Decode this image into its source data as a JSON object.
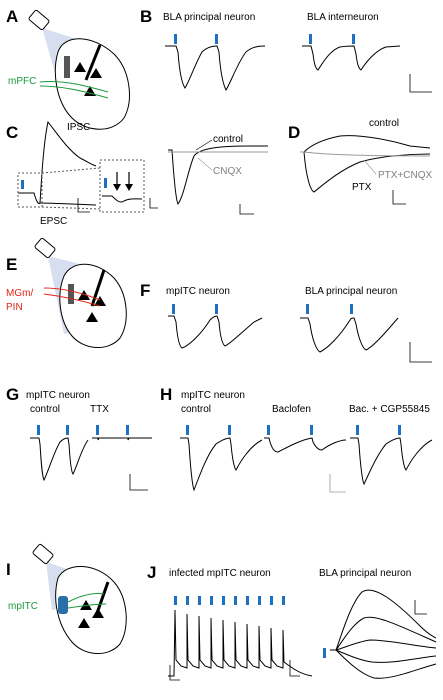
{
  "panels": {
    "A": {
      "letter": "A",
      "region": "mPFC"
    },
    "B": {
      "letter": "B",
      "title_left": "BLA principal neuron",
      "title_right": "BLA interneuron"
    },
    "C": {
      "letter": "C",
      "ipsc": "IPSC",
      "epsc": "EPSC",
      "control": "control",
      "cnqx": "CNQX"
    },
    "D": {
      "letter": "D",
      "control": "control",
      "ptx_cnqx": "PTX+CNQX",
      "ptx": "PTX"
    },
    "E": {
      "letter": "E",
      "region_line1": "MGm/",
      "region_line2": "PIN"
    },
    "F": {
      "letter": "F",
      "title_left": "mpITC neuron",
      "title_right": "BLA principal neuron"
    },
    "G": {
      "letter": "G",
      "title": "mpITC neuron",
      "control": "control",
      "ttx": "TTX"
    },
    "H": {
      "letter": "H",
      "title": "mpITC neuron",
      "control": "control",
      "baclofen": "Baclofen",
      "bac_cgp": "Bac. + CGP55845"
    },
    "I": {
      "letter": "I",
      "region": "mpITC"
    },
    "J": {
      "letter": "J",
      "title_left": "infected mpITC neuron",
      "title_right": "BLA principal neuron"
    }
  },
  "colors": {
    "stimulus": "#1f6fc2",
    "green_label": "#1a9a3a",
    "red_label": "#e0261a",
    "gray_trace": "#9a9a9a"
  }
}
